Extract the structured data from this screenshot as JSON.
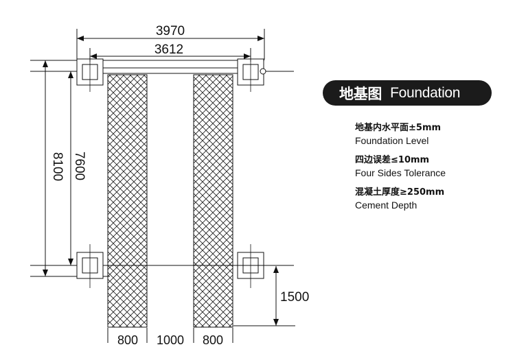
{
  "dimensions": {
    "overall_width": "3970",
    "post_span": "3612",
    "overall_length": "8100",
    "post_length": "7600",
    "front_offset": "1500",
    "strip_left": "800",
    "strip_gap": "1000",
    "strip_right": "800"
  },
  "title": {
    "zh": "地基图",
    "en": "Foundation"
  },
  "specs": [
    {
      "zh": "地基内水平面±5mm",
      "en": "Foundation Level"
    },
    {
      "zh": "四边误差≤10mm",
      "en": "Four Sides Tolerance"
    },
    {
      "zh": "混凝土厚度≥250mm",
      "en": "Cement Depth"
    }
  ]
}
